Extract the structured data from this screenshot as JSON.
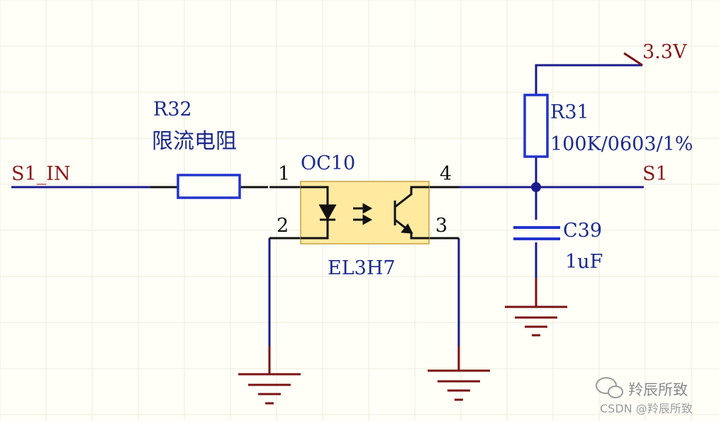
{
  "labels": {
    "s1_in": "S1_IN",
    "r32_ref": "R32",
    "r32_desc": "限流电阻",
    "oc_ref": "OC10",
    "oc_part": "EL3H7",
    "pin1": "1",
    "pin2": "2",
    "pin3": "3",
    "pin4": "4",
    "vcc": "3.3V",
    "r31_ref": "R31",
    "r31_val": "100K/0603/1%",
    "s1_out": "S1",
    "c39_ref": "C39",
    "c39_val": "1uF"
  },
  "watermark": {
    "brand": "羚辰所致",
    "source": "CSDN @羚辰所致"
  },
  "colors": {
    "background": "#fffff8",
    "wire": "#1b1b8c",
    "pin": "#111111",
    "component_blue": "#2233cc",
    "ground": "#7a1212",
    "optocoupler_fill": "#ffeaa0",
    "optocoupler_border": "#c8a040",
    "grid": "#ecebdc"
  }
}
